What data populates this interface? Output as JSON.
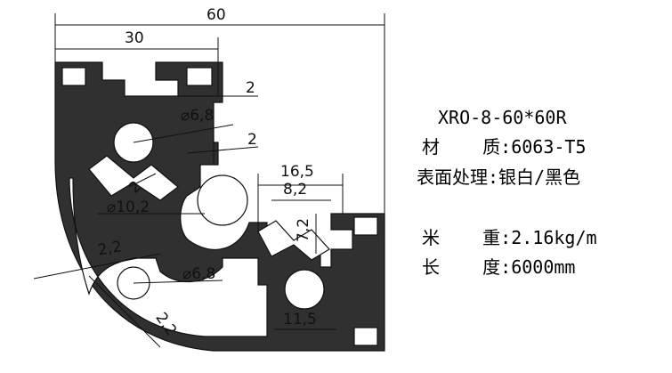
{
  "dimensions": {
    "overall_width": "60",
    "half_width": "30",
    "wall_top": "2",
    "hole_top": "⌀6,8",
    "wall_mid": "2",
    "slot_outer": "16,5",
    "slot_inner": "8,2",
    "center_hole": "⌀10,2",
    "diag_wall": "2",
    "slot_depth": "7,2",
    "corner_wall": "2,2",
    "hole_side": "⌀6,8",
    "slot_bottom": "11,5",
    "arc_wall": "2,2"
  },
  "specs": {
    "model": "XRO-8-60*60R",
    "material": "材    质:6063-T5",
    "finish": "表面处理:银白/黑色",
    "weight": "米    重:2.16kg/m",
    "length": "长    度:6000mm"
  },
  "colors": {
    "profile_fill": "#303030",
    "line": "#111111",
    "background": "#ffffff"
  }
}
